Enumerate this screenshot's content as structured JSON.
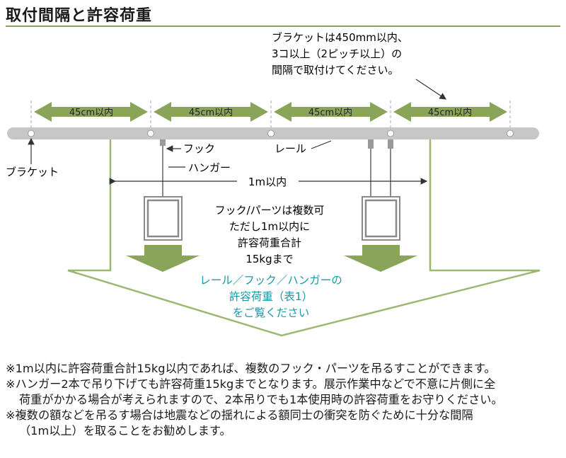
{
  "title": "取付間隔と許容荷重",
  "bracket_note": [
    "ブラケットは450mm以内、",
    "3コ以上（2ピッチ以上）の",
    "間隔で取付けてください。"
  ],
  "spacing_label": "45cm以内",
  "labels": {
    "hook": "フック",
    "rail": "レール",
    "hanger": "ハンガー",
    "bracket": "ブラケット",
    "span": "1m以内"
  },
  "load_note": [
    "フック/パーツは複数可",
    "ただし1m以内に",
    "許容荷重合計",
    "15kgまで"
  ],
  "reference_note": [
    "レール／フック／ハンガーの",
    "許容荷重（表1）",
    "をご覧ください"
  ],
  "footnotes": [
    {
      "text": "※1m以内に許容荷重合計15kg以内であれば、複数のフック・パーツを吊るすことができます。"
    },
    {
      "text": "※ハンガー2本で吊り下げても許容荷重15kgまでとなります。展示作業中などで不意に片側に全"
    },
    {
      "text": "荷重がかかる場合が考えられますので、2本吊りでも1本使用時の許容荷重をお守りください。",
      "indent": true
    },
    {
      "text": "※複数の額などを吊るす場合は地震などの揺れによる額同士の衝突を防ぐために十分な間隔"
    },
    {
      "text": "（1m以上）を取ることをお勧めします。",
      "indent": true
    }
  ],
  "colors": {
    "arrow_green": "#8aa55a",
    "outline_green": "#9cb870",
    "rail_gray": "#c7c7c7",
    "frame_gray": "#8a8a8a",
    "teal_text": "#1a9aa6"
  }
}
